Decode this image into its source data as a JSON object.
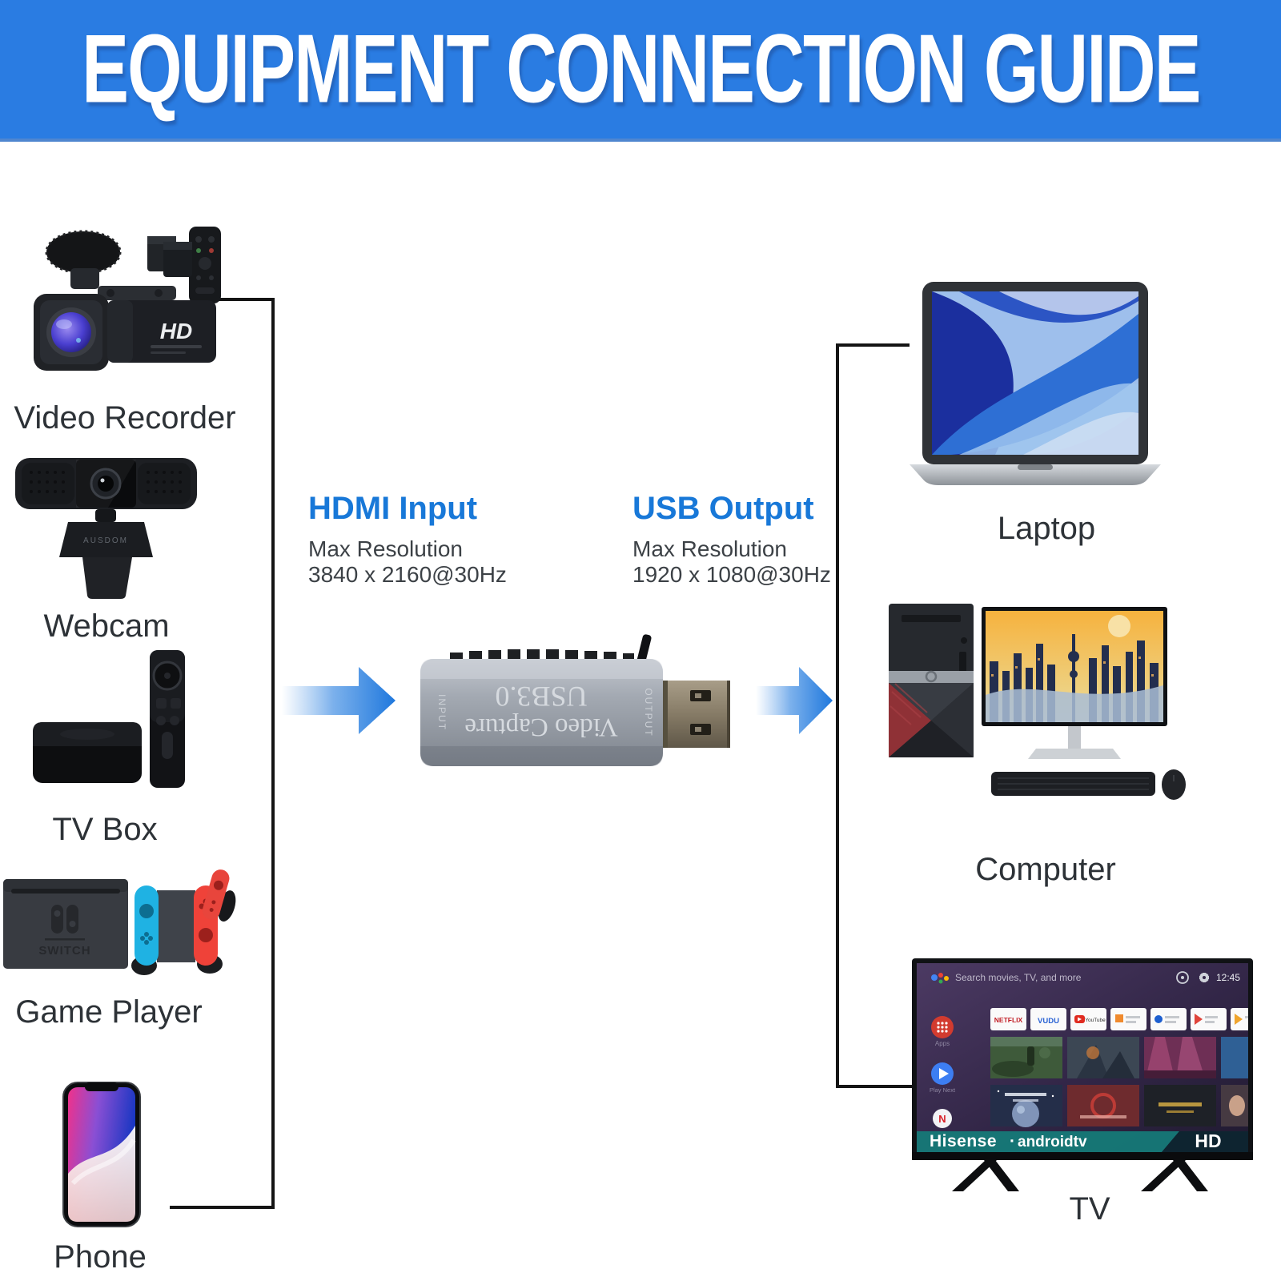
{
  "banner": {
    "title": "EQUIPMENT CONNECTION GUIDE",
    "bg_color": "#2a7ce2",
    "text_color": "#ffffff"
  },
  "sources": {
    "video_recorder": {
      "label": "Video Recorder",
      "screen_badge": "HD"
    },
    "webcam": {
      "label": "Webcam",
      "brand": "AUSDOM"
    },
    "tv_box": {
      "label": "TV Box"
    },
    "game_player": {
      "label": "Game Player",
      "console_brand": "SWITCH"
    },
    "phone": {
      "label": "Phone"
    }
  },
  "outputs": {
    "laptop": {
      "label": "Laptop"
    },
    "computer": {
      "label": "Computer"
    },
    "tv": {
      "label": "TV"
    }
  },
  "hdmi_input": {
    "title": "HDMI Input",
    "subtitle": "Max Resolution",
    "resolution": "3840 x 2160@30Hz"
  },
  "usb_output": {
    "title": "USB Output",
    "subtitle": "Max Resolution",
    "resolution": "1920 x 1080@30Hz"
  },
  "capture_device": {
    "print_top": "USB3.0",
    "print_bottom": "Video Capture",
    "input_label": "INPUT",
    "output_label": "OUTPUT"
  },
  "tv_screen": {
    "search_text": "Search movies, TV, and more",
    "time": "12:45",
    "rail_apps": "Apps",
    "rail_play_next": "Play Next",
    "netflix_initial": "N",
    "app_tiles": [
      {
        "label": "NETFLIX",
        "color": "#c11c24"
      },
      {
        "label": "VUDU",
        "color": "#2a63d4"
      },
      {
        "label": "YouTube",
        "color": "#e02b20"
      }
    ],
    "brand": "Hisense",
    "separator": "·",
    "platform": "androidtv",
    "badge": "HD"
  },
  "colors": {
    "accent_blue": "#1878d8",
    "arrow_blue": "#1f78dd",
    "connector": "#141414",
    "banner_blue": "#2a7ce2"
  }
}
